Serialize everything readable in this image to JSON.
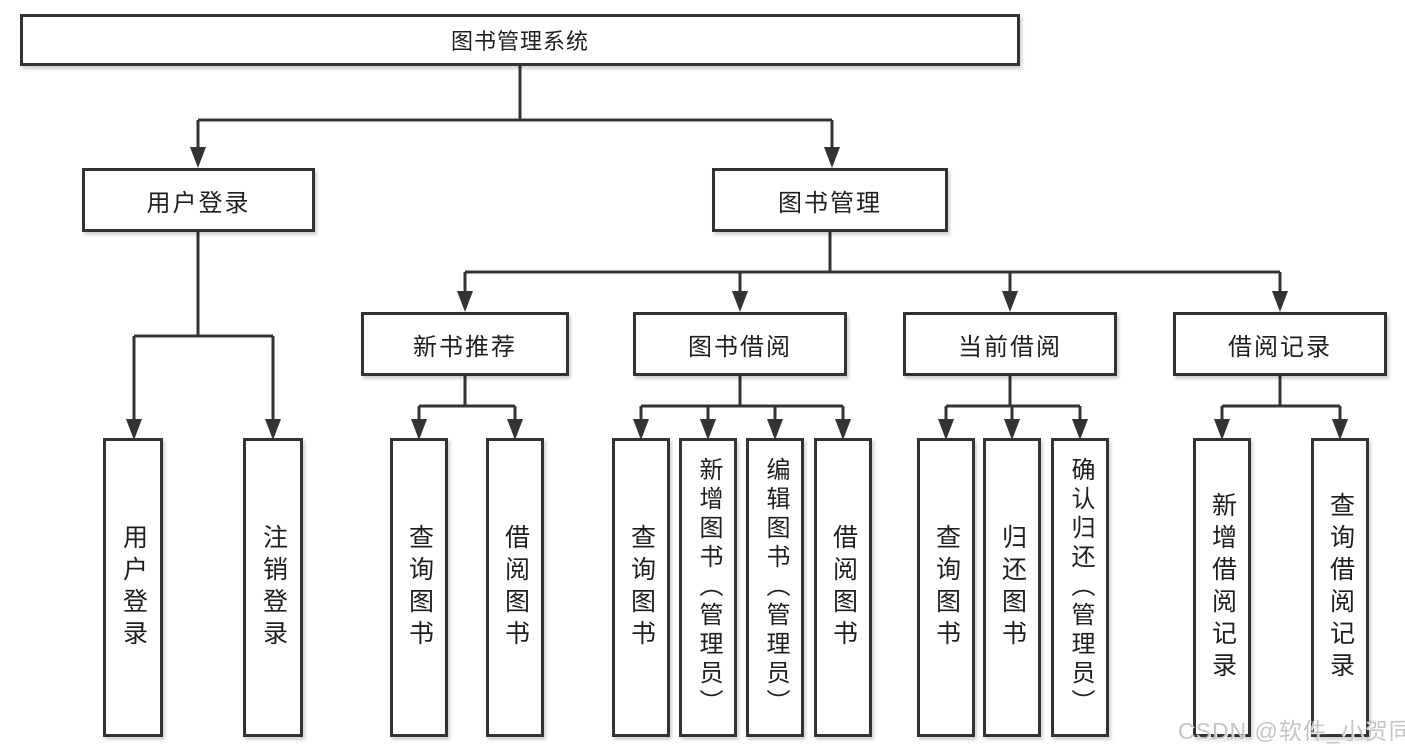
{
  "diagram": {
    "root": "图书管理系统",
    "level2": [
      "用户登录",
      "图书管理"
    ],
    "level3": [
      "新书推荐",
      "图书借阅",
      "当前借阅",
      "借阅记录"
    ],
    "leaves": [
      [
        "用户登录",
        "注销登录"
      ],
      [
        "查询图书",
        "借阅图书"
      ],
      [
        "查询图书",
        "新增图书（管理员）",
        "编辑图书（管理员）",
        "借阅图书"
      ],
      [
        "查询图书",
        "归还图书",
        "确认归还（管理员）"
      ],
      [
        "新增借阅记录",
        "查询借阅记录"
      ]
    ]
  },
  "watermark": "CSDN @软件_小贺同学",
  "colors": {
    "line": "#333333",
    "text": "#1f1f1f",
    "background": "#ffffff",
    "watermark": "#c3c3c3"
  }
}
